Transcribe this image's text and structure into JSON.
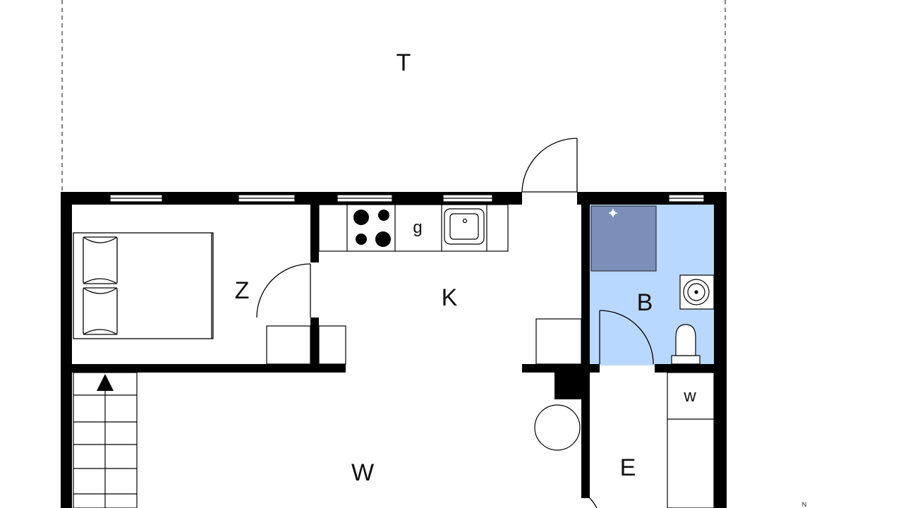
{
  "floorplan": {
    "rooms": {
      "terrace": "T",
      "bedroom": "Z",
      "kitchen": "K",
      "bathroom": "B",
      "living": "W",
      "entrance": "E"
    },
    "fixtures": {
      "gas_label": "g",
      "washer_label": "w"
    },
    "compass": "N"
  },
  "colors": {
    "wall": "#000000",
    "bathroom_floor": "#b9d8ff",
    "shower_tray": "#7b8fb8",
    "line": "#333333"
  }
}
